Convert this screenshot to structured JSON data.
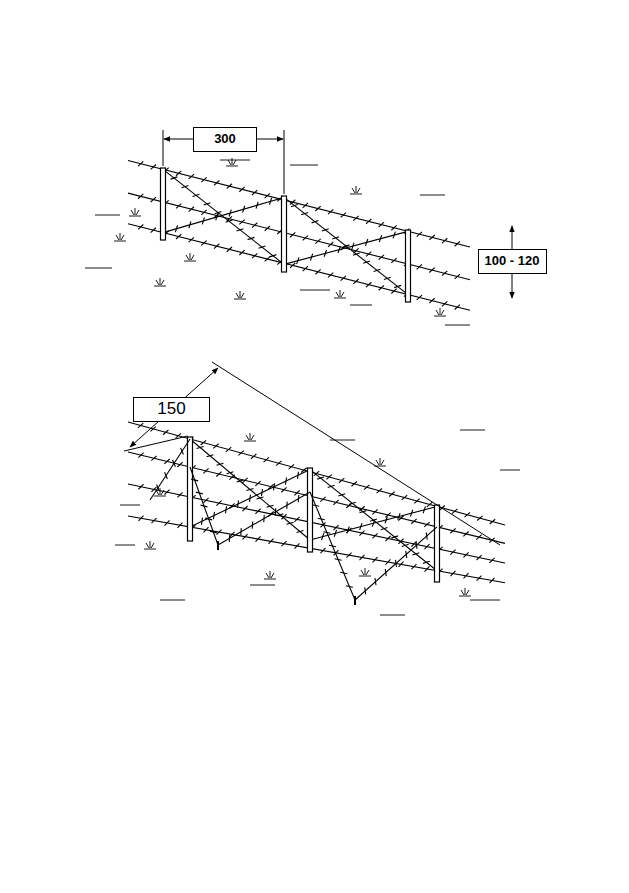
{
  "diagram": {
    "nodes": [
      {
        "text": [
          "300"
        ]
      },
      {
        "text": [
          "100 - 120"
        ]
      },
      {
        "text": [
          "150"
        ]
      }
    ]
  }
}
